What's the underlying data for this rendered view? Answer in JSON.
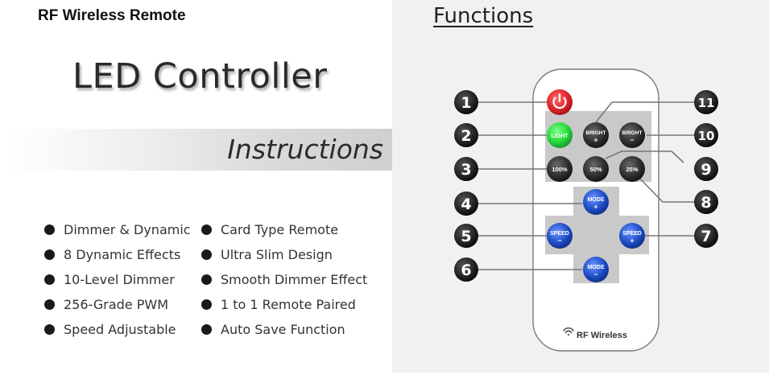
{
  "header": {
    "brand": "RF Wireless Remote",
    "title": "LED Controller",
    "band_label": "Instructions"
  },
  "features": {
    "left": [
      "Dimmer & Dynamic",
      "8 Dynamic Effects",
      "10-Level Dimmer",
      "256-Grade PWM",
      "Speed Adjustable"
    ],
    "right": [
      "Card Type Remote",
      "Ultra Slim Design",
      "Smooth Dimmer Effect",
      "1 to 1 Remote Paired",
      "Auto Save Function"
    ]
  },
  "functions": {
    "title": "Functions",
    "callouts": [
      "1",
      "2",
      "3",
      "4",
      "5",
      "6",
      "7",
      "8",
      "9",
      "10",
      "11"
    ],
    "remote": {
      "light": "LIGHT",
      "bright": "BRIGHT",
      "plus": "+",
      "minus": "−",
      "pct100": "100%",
      "pct50": "50%",
      "pct25": "25%",
      "mode": "MODE",
      "speed": "SPEED",
      "rf_label": "RF Wireless"
    }
  },
  "colors": {
    "power": "#e0262b",
    "light": "#27d93d",
    "dark_button": "#2f2f2f",
    "blue_button": "#1f4ec9",
    "callout": "#1e1e1e"
  }
}
